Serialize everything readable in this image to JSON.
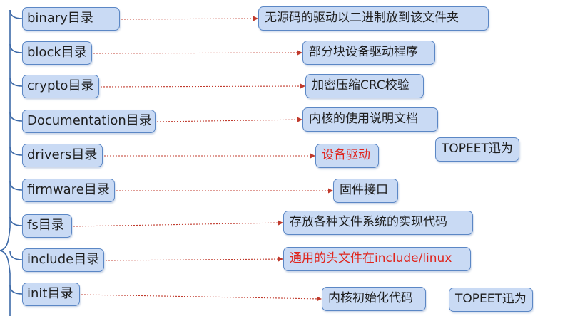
{
  "branches": [
    {
      "dir": "binary目录",
      "desc": "无源码的驱动以二进制放到该文件夹",
      "desc_color": "black"
    },
    {
      "dir": "block目录",
      "desc": "部分块设备驱动程序",
      "desc_color": "black"
    },
    {
      "dir": "crypto目录",
      "desc": "加密压缩CRC校验",
      "desc_color": "black"
    },
    {
      "dir": "Documentation目录",
      "desc": "内核的使用说明文档",
      "desc_color": "black"
    },
    {
      "dir": "drivers目录",
      "desc": "设备驱动",
      "desc_color": "red"
    },
    {
      "dir": "firmware目录",
      "desc": "固件接口",
      "desc_color": "black"
    },
    {
      "dir": "fs目录",
      "desc": "存放各种文件系统的实现代码",
      "desc_color": "black"
    },
    {
      "dir": "include目录",
      "desc": "通用的头文件在include/linux",
      "desc_color": "red"
    },
    {
      "dir": "init目录",
      "desc": "内核初始化代码",
      "desc_color": "black"
    }
  ],
  "watermarks": [
    "TOPEET迅为",
    "TOPEET迅为"
  ],
  "colors": {
    "node_fill": "#c9daf4",
    "node_border": "#5b87c5",
    "connector": "#c0392b",
    "trunk": "#3e6aa8",
    "highlight_text": "#e0241c"
  }
}
